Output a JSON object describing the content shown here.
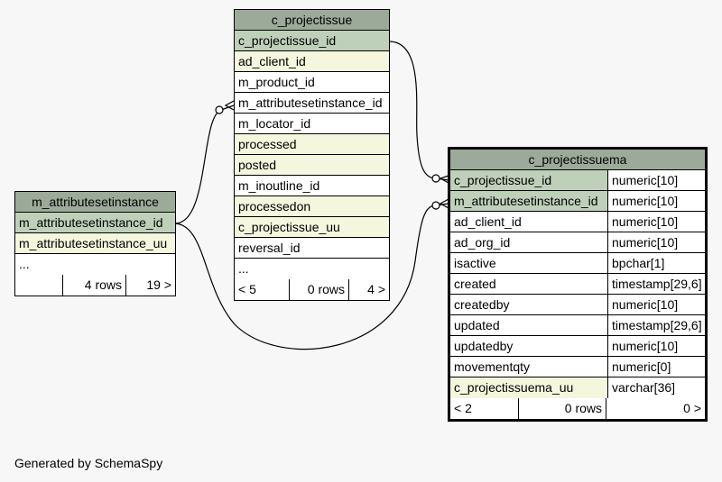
{
  "generated_by": "Generated by SchemaSpy",
  "tables": {
    "c_projectissue": {
      "name": "c_projectissue",
      "columns": [
        {
          "name": "c_projectissue_id",
          "kind": "pk"
        },
        {
          "name": "ad_client_id",
          "kind": "key"
        },
        {
          "name": "m_product_id",
          "kind": "plain"
        },
        {
          "name": "m_attributesetinstance_id",
          "kind": "plain"
        },
        {
          "name": "m_locator_id",
          "kind": "plain"
        },
        {
          "name": "processed",
          "kind": "key"
        },
        {
          "name": "posted",
          "kind": "key"
        },
        {
          "name": "m_inoutline_id",
          "kind": "plain"
        },
        {
          "name": "processedon",
          "kind": "key"
        },
        {
          "name": "c_projectissue_uu",
          "kind": "key"
        },
        {
          "name": "reversal_id",
          "kind": "plain"
        },
        {
          "name": "...",
          "kind": "plain"
        }
      ],
      "footer": {
        "parents": "< 5",
        "rows": "0 rows",
        "children": "4 >"
      }
    },
    "m_attributesetinstance": {
      "name": "m_attributesetinstance",
      "columns": [
        {
          "name": "m_attributesetinstance_id",
          "kind": "pk"
        },
        {
          "name": "m_attributesetinstance_uu",
          "kind": "key"
        },
        {
          "name": "...",
          "kind": "plain"
        }
      ],
      "footer": {
        "parents": "",
        "rows": "4 rows",
        "children": "19 >"
      }
    },
    "c_projectissuema": {
      "name": "c_projectissuema",
      "columns": [
        {
          "name": "c_projectissue_id",
          "type": "numeric[10]",
          "kind": "pk"
        },
        {
          "name": "m_attributesetinstance_id",
          "type": "numeric[10]",
          "kind": "pk"
        },
        {
          "name": "ad_client_id",
          "type": "numeric[10]",
          "kind": "plain"
        },
        {
          "name": "ad_org_id",
          "type": "numeric[10]",
          "kind": "plain"
        },
        {
          "name": "isactive",
          "type": "bpchar[1]",
          "kind": "plain"
        },
        {
          "name": "created",
          "type": "timestamp[29,6]",
          "kind": "plain"
        },
        {
          "name": "createdby",
          "type": "numeric[10]",
          "kind": "plain"
        },
        {
          "name": "updated",
          "type": "timestamp[29,6]",
          "kind": "plain"
        },
        {
          "name": "updatedby",
          "type": "numeric[10]",
          "kind": "plain"
        },
        {
          "name": "movementqty",
          "type": "numeric[0]",
          "kind": "plain"
        },
        {
          "name": "c_projectissuema_uu",
          "type": "varchar[36]",
          "kind": "key"
        }
      ],
      "footer": {
        "parents": "< 2",
        "rows": "0 rows",
        "children": "0 >"
      }
    }
  }
}
